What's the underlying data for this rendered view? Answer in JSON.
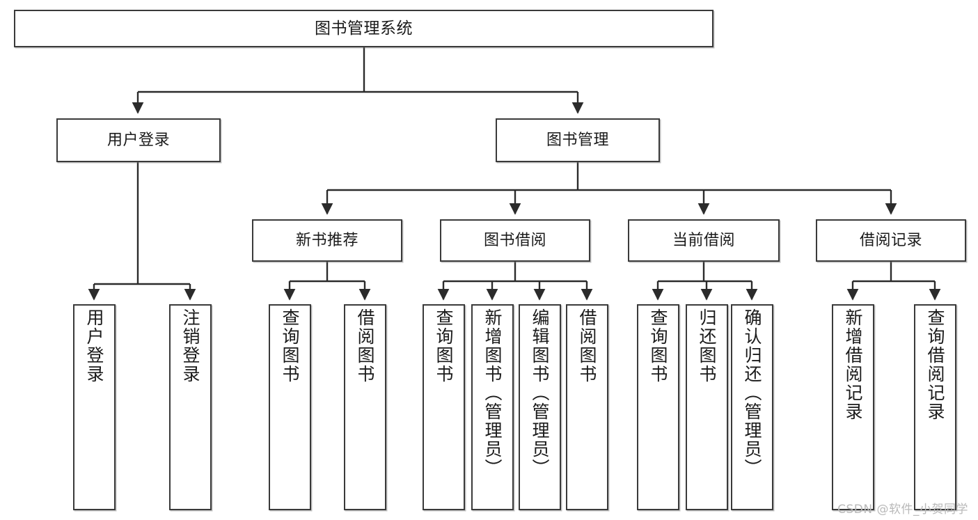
{
  "diagram": {
    "title": "图书管理系统",
    "type": "tree",
    "colors": {
      "node_border": "#3a3a3a",
      "node_fill": "#ffffff",
      "edge": "#2b2b2b",
      "text": "#1a1a1a",
      "watermark": "#b9b9b9"
    },
    "nodes": {
      "root": {
        "label": "图书管理系统"
      },
      "level2": [
        {
          "id": "user-login",
          "label": "用户登录"
        },
        {
          "id": "book-management",
          "label": "图书管理"
        }
      ],
      "level3": [
        {
          "id": "new-book-recommend",
          "label": "新书推荐"
        },
        {
          "id": "book-borrow",
          "label": "图书借阅"
        },
        {
          "id": "current-borrow",
          "label": "当前借阅"
        },
        {
          "id": "borrow-record",
          "label": "借阅记录"
        }
      ],
      "leaves": {
        "user-login": [
          {
            "id": "leaf-user-login",
            "label": "用户登录"
          },
          {
            "id": "leaf-user-logout",
            "label": "注销登录"
          }
        ],
        "new-book-recommend": [
          {
            "id": "leaf-query-book-1",
            "label": "查询图书"
          },
          {
            "id": "leaf-borrow-book-1",
            "label": "借阅图书"
          }
        ],
        "book-borrow": [
          {
            "id": "leaf-query-book-2",
            "label": "查询图书"
          },
          {
            "id": "leaf-add-book-admin",
            "label": "新增图书（管理员）"
          },
          {
            "id": "leaf-edit-book-admin",
            "label": "编辑图书（管理员）"
          },
          {
            "id": "leaf-borrow-book-2",
            "label": "借阅图书"
          }
        ],
        "current-borrow": [
          {
            "id": "leaf-query-book-3",
            "label": "查询图书"
          },
          {
            "id": "leaf-return-book",
            "label": "归还图书"
          },
          {
            "id": "leaf-confirm-return-admin",
            "label": "确认归还（管理员）"
          }
        ],
        "borrow-record": [
          {
            "id": "leaf-add-borrow-record",
            "label": "新增借阅记录"
          },
          {
            "id": "leaf-query-borrow-record",
            "label": "查询借阅记录"
          }
        ]
      }
    }
  },
  "watermark": {
    "text": "CSDN @软件_小贺同学"
  }
}
